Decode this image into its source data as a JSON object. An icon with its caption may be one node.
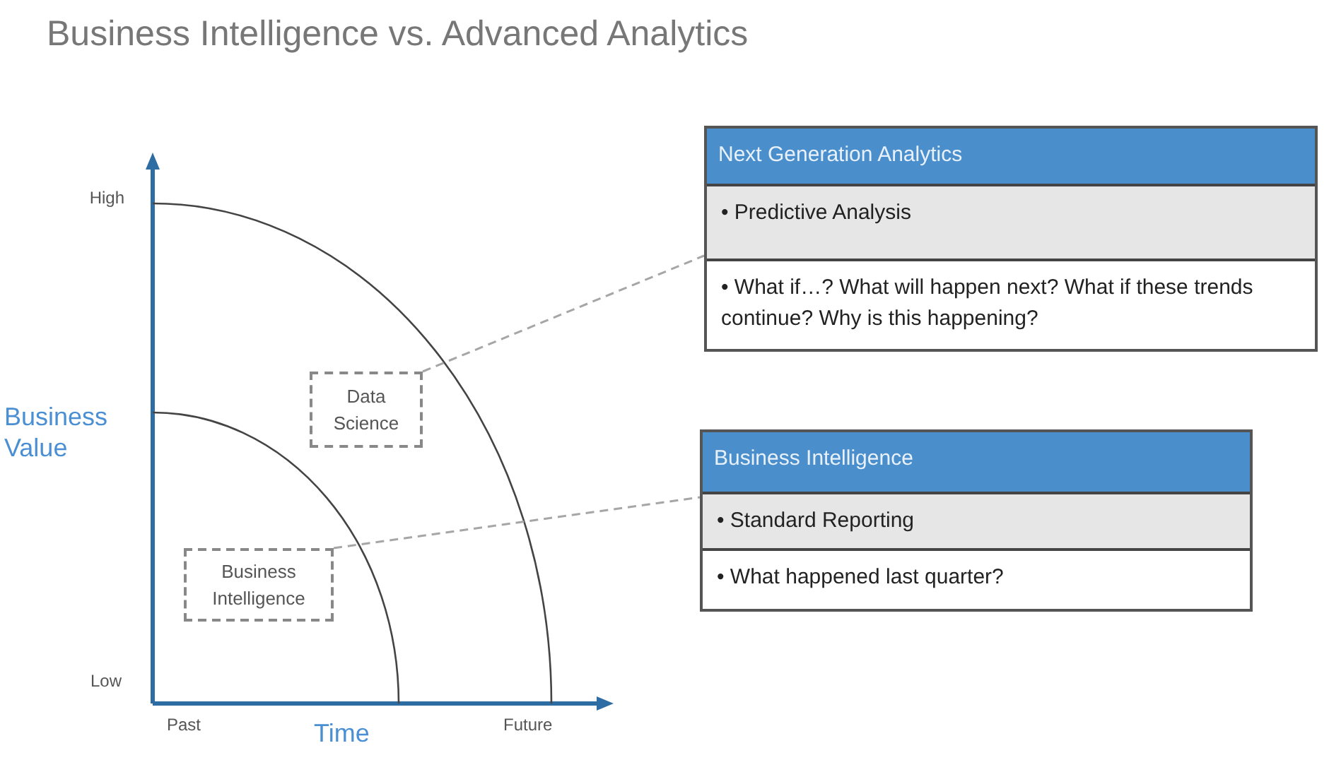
{
  "diagram": {
    "title": "Business Intelligence vs. Advanced Analytics",
    "nodes": [
      {
        "text": [
          "Data Science"
        ]
      },
      {
        "text": [
          "Business Intelligence"
        ]
      },
      {
        "text": [
          "Next Generation Analytics",
          "• Predictive Analysis",
          "• What if…? What will happen next?  What if these trends continue? Why is this happening?"
        ]
      },
      {
        "text": [
          "Business Intelligence",
          "• Standard Reporting",
          "• What happened last quarter?"
        ]
      }
    ],
    "edges": [
      {
        "from": 0,
        "to": 2,
        "arrow": "none",
        "style": "dashed"
      },
      {
        "from": 1,
        "to": 3,
        "arrow": "none",
        "style": "dashed"
      }
    ],
    "labels": [
      "High",
      "Business Value",
      "Low",
      "Past",
      "Time",
      "Future"
    ]
  }
}
